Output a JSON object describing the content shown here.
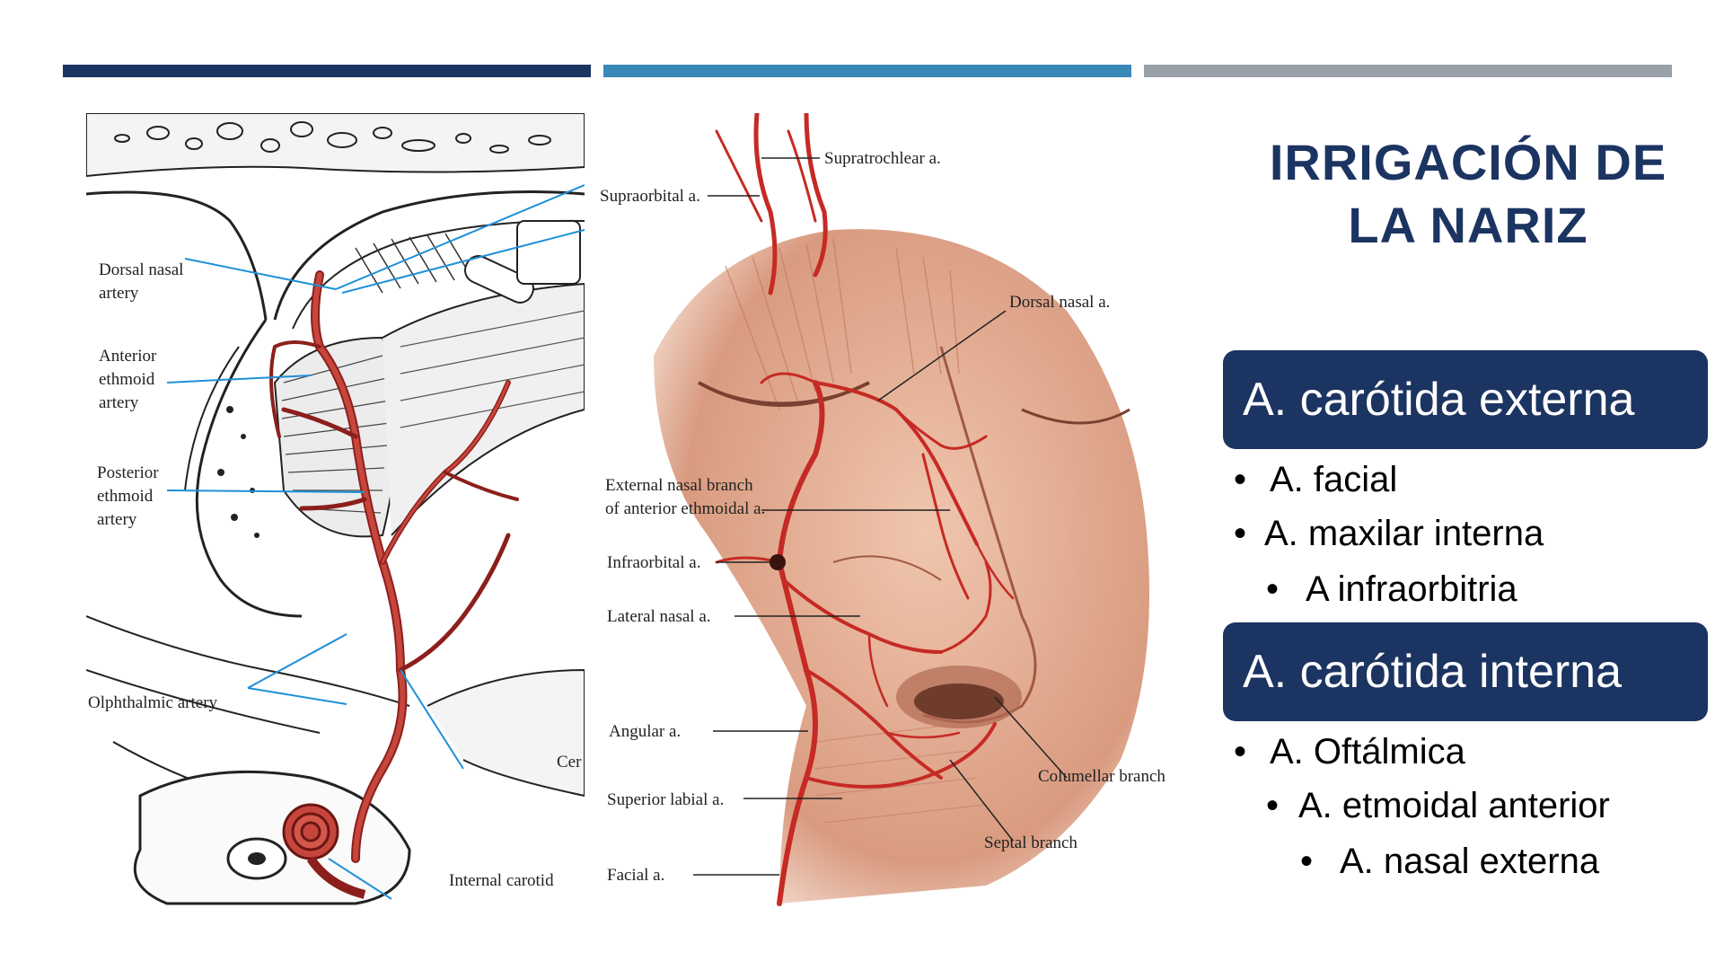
{
  "colors": {
    "navy": "#1c3461",
    "blue": "#3a88b8",
    "gray": "#9aa0a8",
    "artery": "#b5302b",
    "skin": "#e7b9a1",
    "leader_blue": "#1e90d8"
  },
  "slide": {
    "title_line1": "IRRIGACIÓN DE",
    "title_line2": "LA NARIZ",
    "sections": [
      {
        "header": "A. carótida externa",
        "items": [
          "A. facial",
          "A. maxilar interna",
          "A infraorbitria"
        ]
      },
      {
        "header": "A. carótida interna",
        "items": [
          "A. Oftálmica",
          "A. etmoidal anterior",
          "A. nasal externa"
        ]
      }
    ],
    "bullet_char": "•"
  },
  "left_figure": {
    "labels": {
      "dorsal_nasal_1": "Dorsal    nasal",
      "dorsal_nasal_2": "artery",
      "anterior_1": "Anterior",
      "anterior_2": "ethmoid",
      "anterior_3": "artery",
      "posterior_1": "Posterior",
      "posterior_2": "ethmoid",
      "posterior_3": "artery",
      "ophthalmic": "Olphthalmic    artery",
      "cer": "Cer",
      "internal_carotid": "Internal    carotid"
    }
  },
  "right_figure": {
    "labels": {
      "supratrochlear": "Supratrochlear a.",
      "supraorbital": "Supraorbital a.",
      "dorsal_nasal": "Dorsal nasal a.",
      "ext_nasal_1": "External nasal branch",
      "ext_nasal_2": "of anterior ethmoidal a.",
      "infraorbital": "Infraorbital a.",
      "lateral_nasal": "Lateral nasal a.",
      "angular": "Angular a.",
      "superior_labial": "Superior labial a.",
      "facial": "Facial a.",
      "columellar": "Columellar branch",
      "septal": "Septal branch"
    }
  }
}
